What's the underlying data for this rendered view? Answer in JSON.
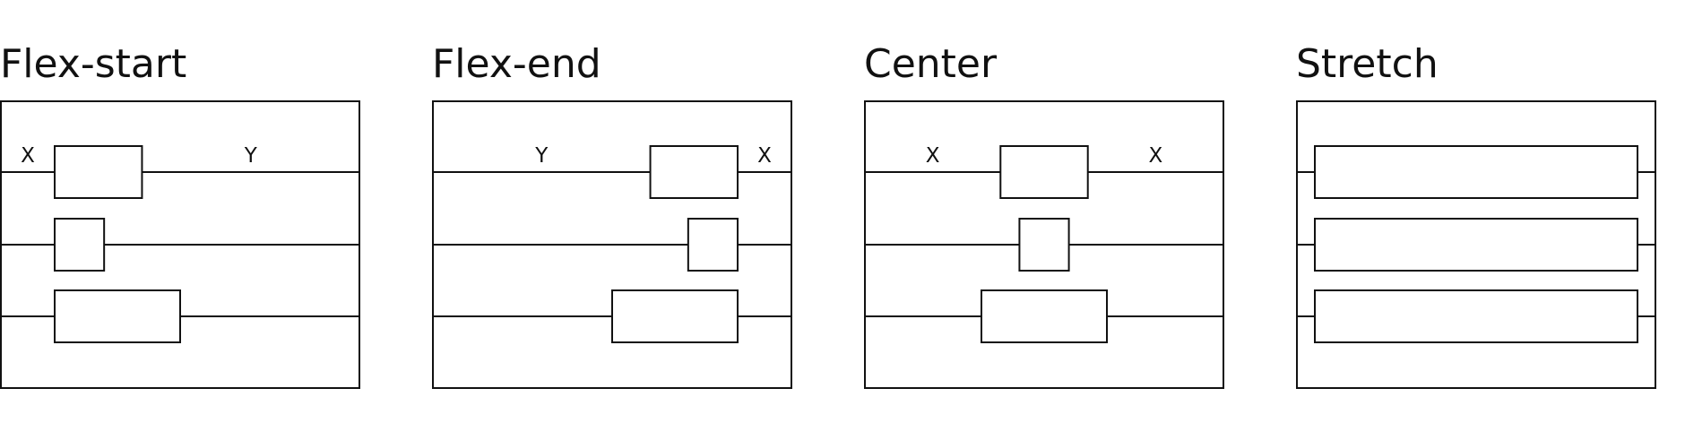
{
  "diagram": {
    "panels": [
      {
        "title": "Flex-start",
        "align": "flex-start",
        "row_labels": {
          "left": "X",
          "right": "Y"
        },
        "items": [
          {
            "size": 0.348
          },
          {
            "size": 0.197
          },
          {
            "size": 0.5
          }
        ]
      },
      {
        "title": "Flex-end",
        "align": "flex-end",
        "row_labels": {
          "left": "Y",
          "right": "X"
        },
        "items": [
          {
            "size": 0.348
          },
          {
            "size": 0.197
          },
          {
            "size": 0.5
          }
        ]
      },
      {
        "title": "Center",
        "align": "center",
        "row_labels": {
          "left": "X",
          "right": "X"
        },
        "items": [
          {
            "size": 0.348
          },
          {
            "size": 0.197
          },
          {
            "size": 0.5
          }
        ]
      },
      {
        "title": "Stretch",
        "align": "stretch",
        "row_labels": {
          "left": "",
          "right": ""
        },
        "items": [
          {
            "size": 1
          },
          {
            "size": 1
          },
          {
            "size": 1
          }
        ]
      }
    ]
  }
}
